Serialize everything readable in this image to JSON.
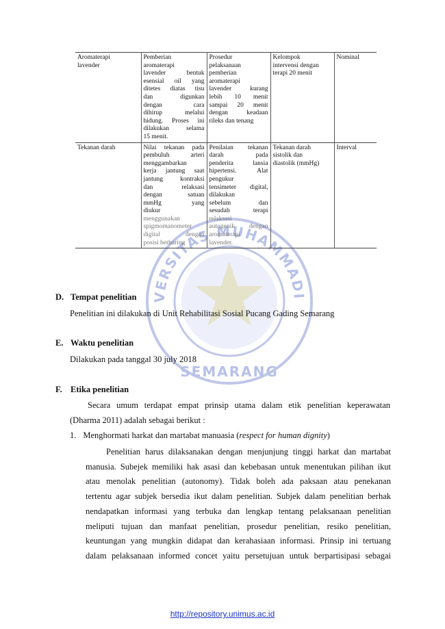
{
  "table": {
    "rows": [
      {
        "variable": [
          "Aromaterapi",
          "lavender"
        ],
        "definition": [
          "Pemberian",
          "aromaterapi",
          "lavender bentuk",
          "esensial oil yang",
          "ditetes diatas tisu",
          "dan digunkan",
          "dengan cara",
          "dihirup melalui",
          "hidung. Proses ini",
          "dilakukan selama",
          "15 menit."
        ],
        "measurement": [
          "Prosedur",
          "pelaksanaan",
          "pemberian",
          "aromaterapi",
          "lavender kurang",
          "lebih 10 menit",
          "sampai 20 menit",
          "dengan keadaan",
          "rileks dan tenang"
        ],
        "result": [
          "Kelompok",
          "intervensi dengan",
          "terapi 20 menit"
        ],
        "scale": "Nominal"
      },
      {
        "variable": [
          "Tekanan darah"
        ],
        "definition": [
          "Nilai tekanan pada",
          "pembuluh arteri",
          "menggambarkan",
          "kerja jantung saat",
          "jantung kontraksi",
          "dan relaksasi",
          "dengan satuan",
          "mmHg yang",
          "diukur",
          "menggunakan",
          "spigmomanometer",
          "digital dengan",
          "posisi berbaring"
        ],
        "measurement": [
          "Penilaian tekanan",
          "darah pada",
          "penderita lansia",
          "hipertensi. Alat",
          "pengukur",
          "tensimeter digital,",
          "dilakukan",
          "sebelum dan",
          "sesudah terapi",
          "relaksasi",
          "autogenik dengan",
          "aromaterapi",
          "lavender."
        ],
        "result": [
          "Tekanan darah",
          "sistolik dan",
          "diastolik (mmHg)"
        ],
        "scale": "Interval"
      }
    ]
  },
  "sections": {
    "d": {
      "letter": "D.",
      "title": "Tempat penelitian",
      "body": "Penelitian ini dilakukan di Unit Rehabilitasi Sosial Pucang Gading Semarang"
    },
    "e": {
      "letter": "E.",
      "title": "Waktu penelitian",
      "body": "Dilakukan pada tanggal 30 july 2018"
    },
    "f": {
      "letter": "F.",
      "title": "Etika penelitian",
      "intro": [
        "Secara umum terdapat empat prinsip utama dalam etik penelitian keperawatan",
        "(Dharma 2011) adalah sebagai berikut :"
      ],
      "item1_num": "1.",
      "item1_label": "Menghormati harkat dan martabat manuasia (",
      "item1_italic": "respect for human dignity",
      "item1_close": ")",
      "item1_lines": [
        "Penelitian harus dilaksanakan dengan menjunjung tinggi harkat dan martabat",
        "manusia. Subejek memiliki hak asasi dan kebebasan untuk menentukan pilihan ikut",
        "atau menolak penelitian (autonomy). Tidak boleh ada paksaan atau penekanan",
        "tertentu agar subjek bersedia ikut dalam penelitian. Subjek dalam penelitian berhak",
        "nendapatkan informasi yang terbuka dan lengkap tentang pelaksanaan penelitian",
        "meliputi tujuan dan manfaat penelitian, prosedur penelitian, resiko penelitian,",
        "keuntungan yang mungkin didapat dan kerahasiaan informasi. Prinsip ini tertuang",
        "dalam pelaksanaan informed concet yaitu persetujuan untuk berpartisipasi sebagai"
      ]
    }
  },
  "watermark": {
    "top_text": "UNIVERSITAS MUHAMMADIYAH",
    "bottom_text": "SEMARANG",
    "color": "#7d8fd6"
  },
  "footer": {
    "url": "http://repository.unimus.ac.id"
  }
}
